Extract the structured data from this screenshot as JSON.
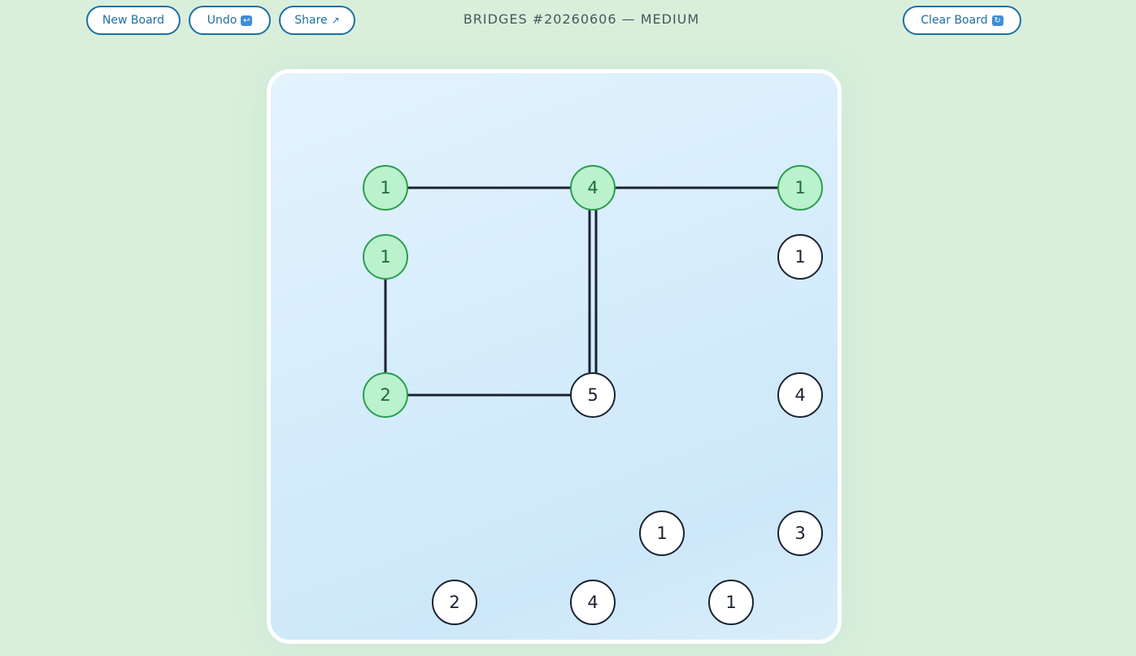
{
  "toolbar": {
    "new_board": "New Board",
    "undo": "Undo",
    "undo_icon": "undo-icon",
    "share": "Share",
    "share_icon": "↗",
    "clear_board": "Clear Board",
    "clear_icon": "clear-icon"
  },
  "header": {
    "title": "BRIDGES #20260606 — MEDIUM"
  },
  "colors": {
    "page_bg": "#d9efda",
    "accent": "#1d6fa3",
    "island_done_fill": "#b9f2cc",
    "island_done_stroke": "#2e9c4f",
    "island_fill": "#ffffff",
    "island_stroke": "#1b2230",
    "bridge": "#1b2230"
  },
  "board": {
    "grid_size": 7,
    "islands": [
      {
        "id": "a",
        "col": 1,
        "row": 1,
        "value": "1",
        "complete": true
      },
      {
        "id": "b",
        "col": 4,
        "row": 1,
        "value": "4",
        "complete": true
      },
      {
        "id": "c",
        "col": 7,
        "row": 1,
        "value": "1",
        "complete": true
      },
      {
        "id": "d",
        "col": 1,
        "row": 2,
        "value": "1",
        "complete": true
      },
      {
        "id": "e",
        "col": 7,
        "row": 2,
        "value": "1",
        "complete": false
      },
      {
        "id": "f",
        "col": 1,
        "row": 4,
        "value": "2",
        "complete": true
      },
      {
        "id": "g",
        "col": 4,
        "row": 4,
        "value": "5",
        "complete": false
      },
      {
        "id": "h",
        "col": 7,
        "row": 4,
        "value": "4",
        "complete": false
      },
      {
        "id": "i",
        "col": 5,
        "row": 6,
        "value": "1",
        "complete": false
      },
      {
        "id": "j",
        "col": 7,
        "row": 6,
        "value": "3",
        "complete": false
      },
      {
        "id": "k",
        "col": 2,
        "row": 7,
        "value": "2",
        "complete": false
      },
      {
        "id": "l",
        "col": 4,
        "row": 7,
        "value": "4",
        "complete": false
      },
      {
        "id": "m",
        "col": 6,
        "row": 7,
        "value": "1",
        "complete": false
      }
    ],
    "bridges": [
      {
        "from": "a",
        "to": "b",
        "count": 1
      },
      {
        "from": "b",
        "to": "c",
        "count": 1
      },
      {
        "from": "b",
        "to": "g",
        "count": 2
      },
      {
        "from": "d",
        "to": "f",
        "count": 1
      },
      {
        "from": "f",
        "to": "g",
        "count": 1
      }
    ]
  }
}
